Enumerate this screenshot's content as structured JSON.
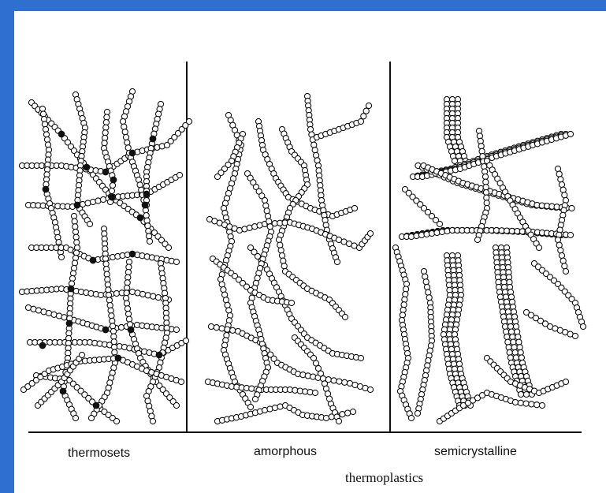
{
  "frame_color": "#2f6fd0",
  "panels": [
    {
      "id": "thermosets",
      "label": "thermosets",
      "crosslinked": true
    },
    {
      "id": "amorphous",
      "label": "amorphous",
      "crosslinked": false
    },
    {
      "id": "semicrystalline",
      "label": "semicrystalline",
      "crosslinked": false
    }
  ],
  "group_label": "thermoplastics"
}
